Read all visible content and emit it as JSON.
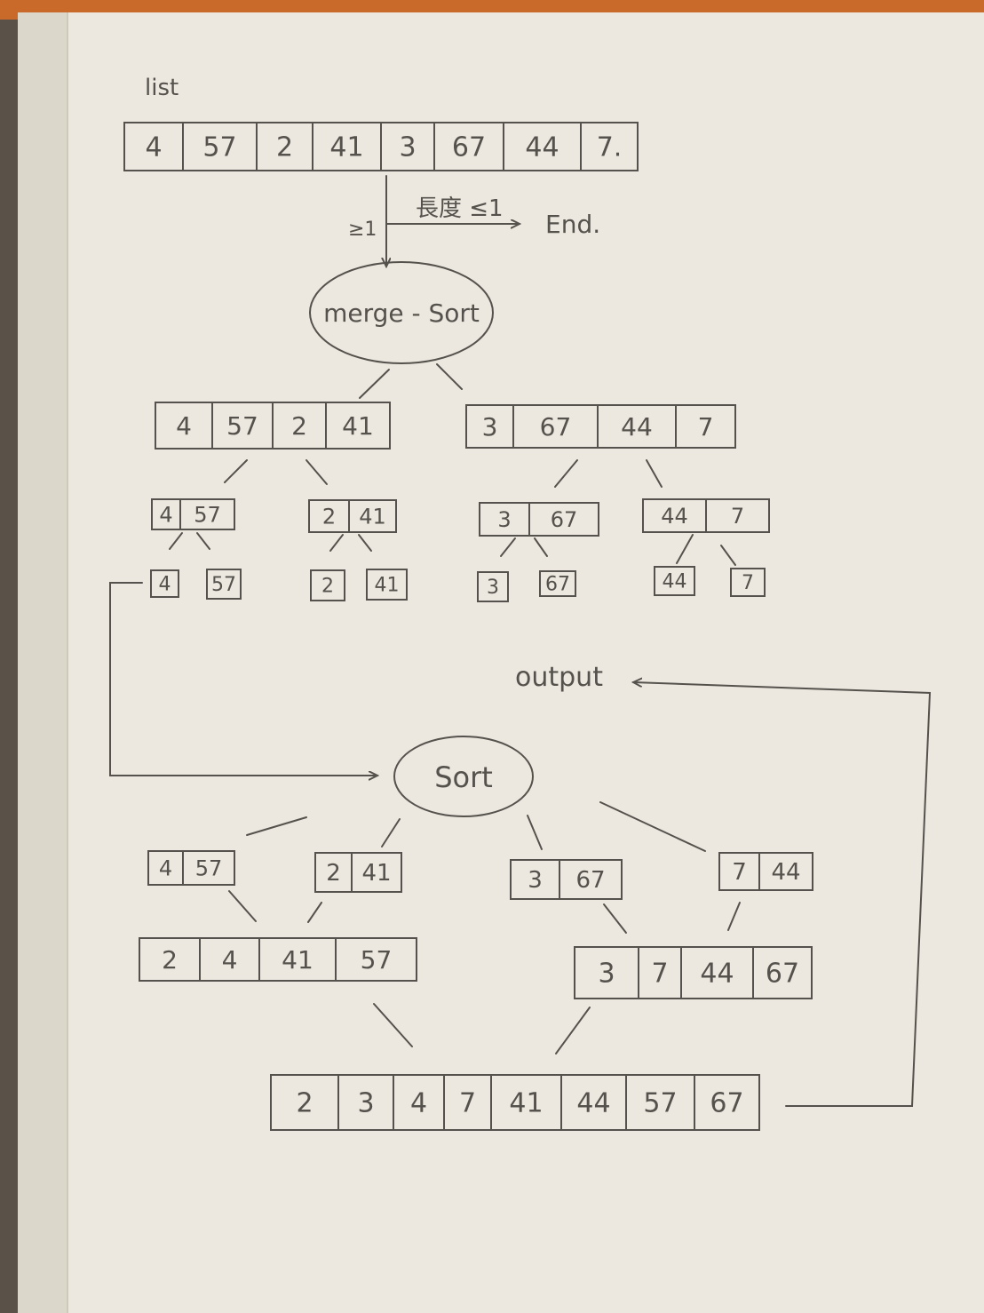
{
  "labels": {
    "list": "list",
    "condition": "長度 ≤1",
    "else_branch": "≥1",
    "end": "End.",
    "merge_sort": "merge - Sort",
    "sort": "Sort",
    "output": "output"
  },
  "arrays": {
    "input": [
      "4",
      "57",
      "2",
      "41",
      "3",
      "67",
      "44",
      "7."
    ],
    "split_left": [
      "4",
      "57",
      "2",
      "41"
    ],
    "split_right": [
      "3",
      "67",
      "44",
      "7"
    ],
    "split_ll": [
      "4",
      "57"
    ],
    "split_lr": [
      "2",
      "41"
    ],
    "split_rl": [
      "3",
      "67"
    ],
    "split_rr": [
      "44",
      "7"
    ],
    "single_1": [
      "4"
    ],
    "single_2": [
      "57"
    ],
    "single_3": [
      "2"
    ],
    "single_4": [
      "41"
    ],
    "single_5": [
      "3"
    ],
    "single_6": [
      "67"
    ],
    "single_7": [
      "44"
    ],
    "single_8": [
      "7"
    ],
    "merge_a": [
      "4",
      "57"
    ],
    "merge_b": [
      "2",
      "41"
    ],
    "merge_c": [
      "3",
      "67"
    ],
    "merge_d": [
      "7",
      "44"
    ],
    "merged_left": [
      "2",
      "4",
      "41",
      "57"
    ],
    "merged_right": [
      "3",
      "7",
      "44",
      "67"
    ],
    "final": [
      "2",
      "3",
      "4",
      "7",
      "41",
      "44",
      "57",
      "67"
    ]
  },
  "colors": {
    "paper": "#ece8df",
    "ink": "#55524d",
    "edge": "#d9d4c8",
    "desk": "#5a5249"
  }
}
